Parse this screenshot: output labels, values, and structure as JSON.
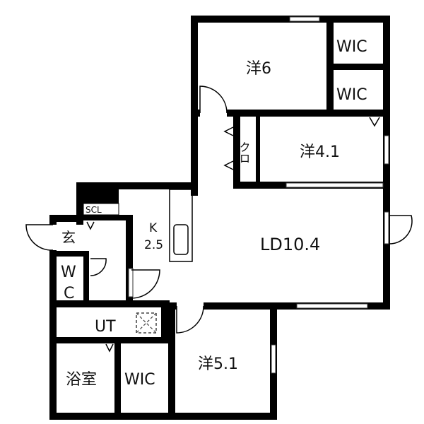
{
  "rooms": {
    "western6": "洋6",
    "wic_top": "WIC",
    "wic_right": "WIC",
    "western41": "洋4.1",
    "closet": "クロ",
    "ld": "LD10.4",
    "kitchen_k": "K",
    "kitchen_size": "2.5",
    "scl": "SCL",
    "entrance": "玄",
    "wc_w": "W",
    "wc_c": "C",
    "ut": "UT",
    "bath": "浴室",
    "wic_bottom": "WIC",
    "western51": "洋5.1"
  }
}
